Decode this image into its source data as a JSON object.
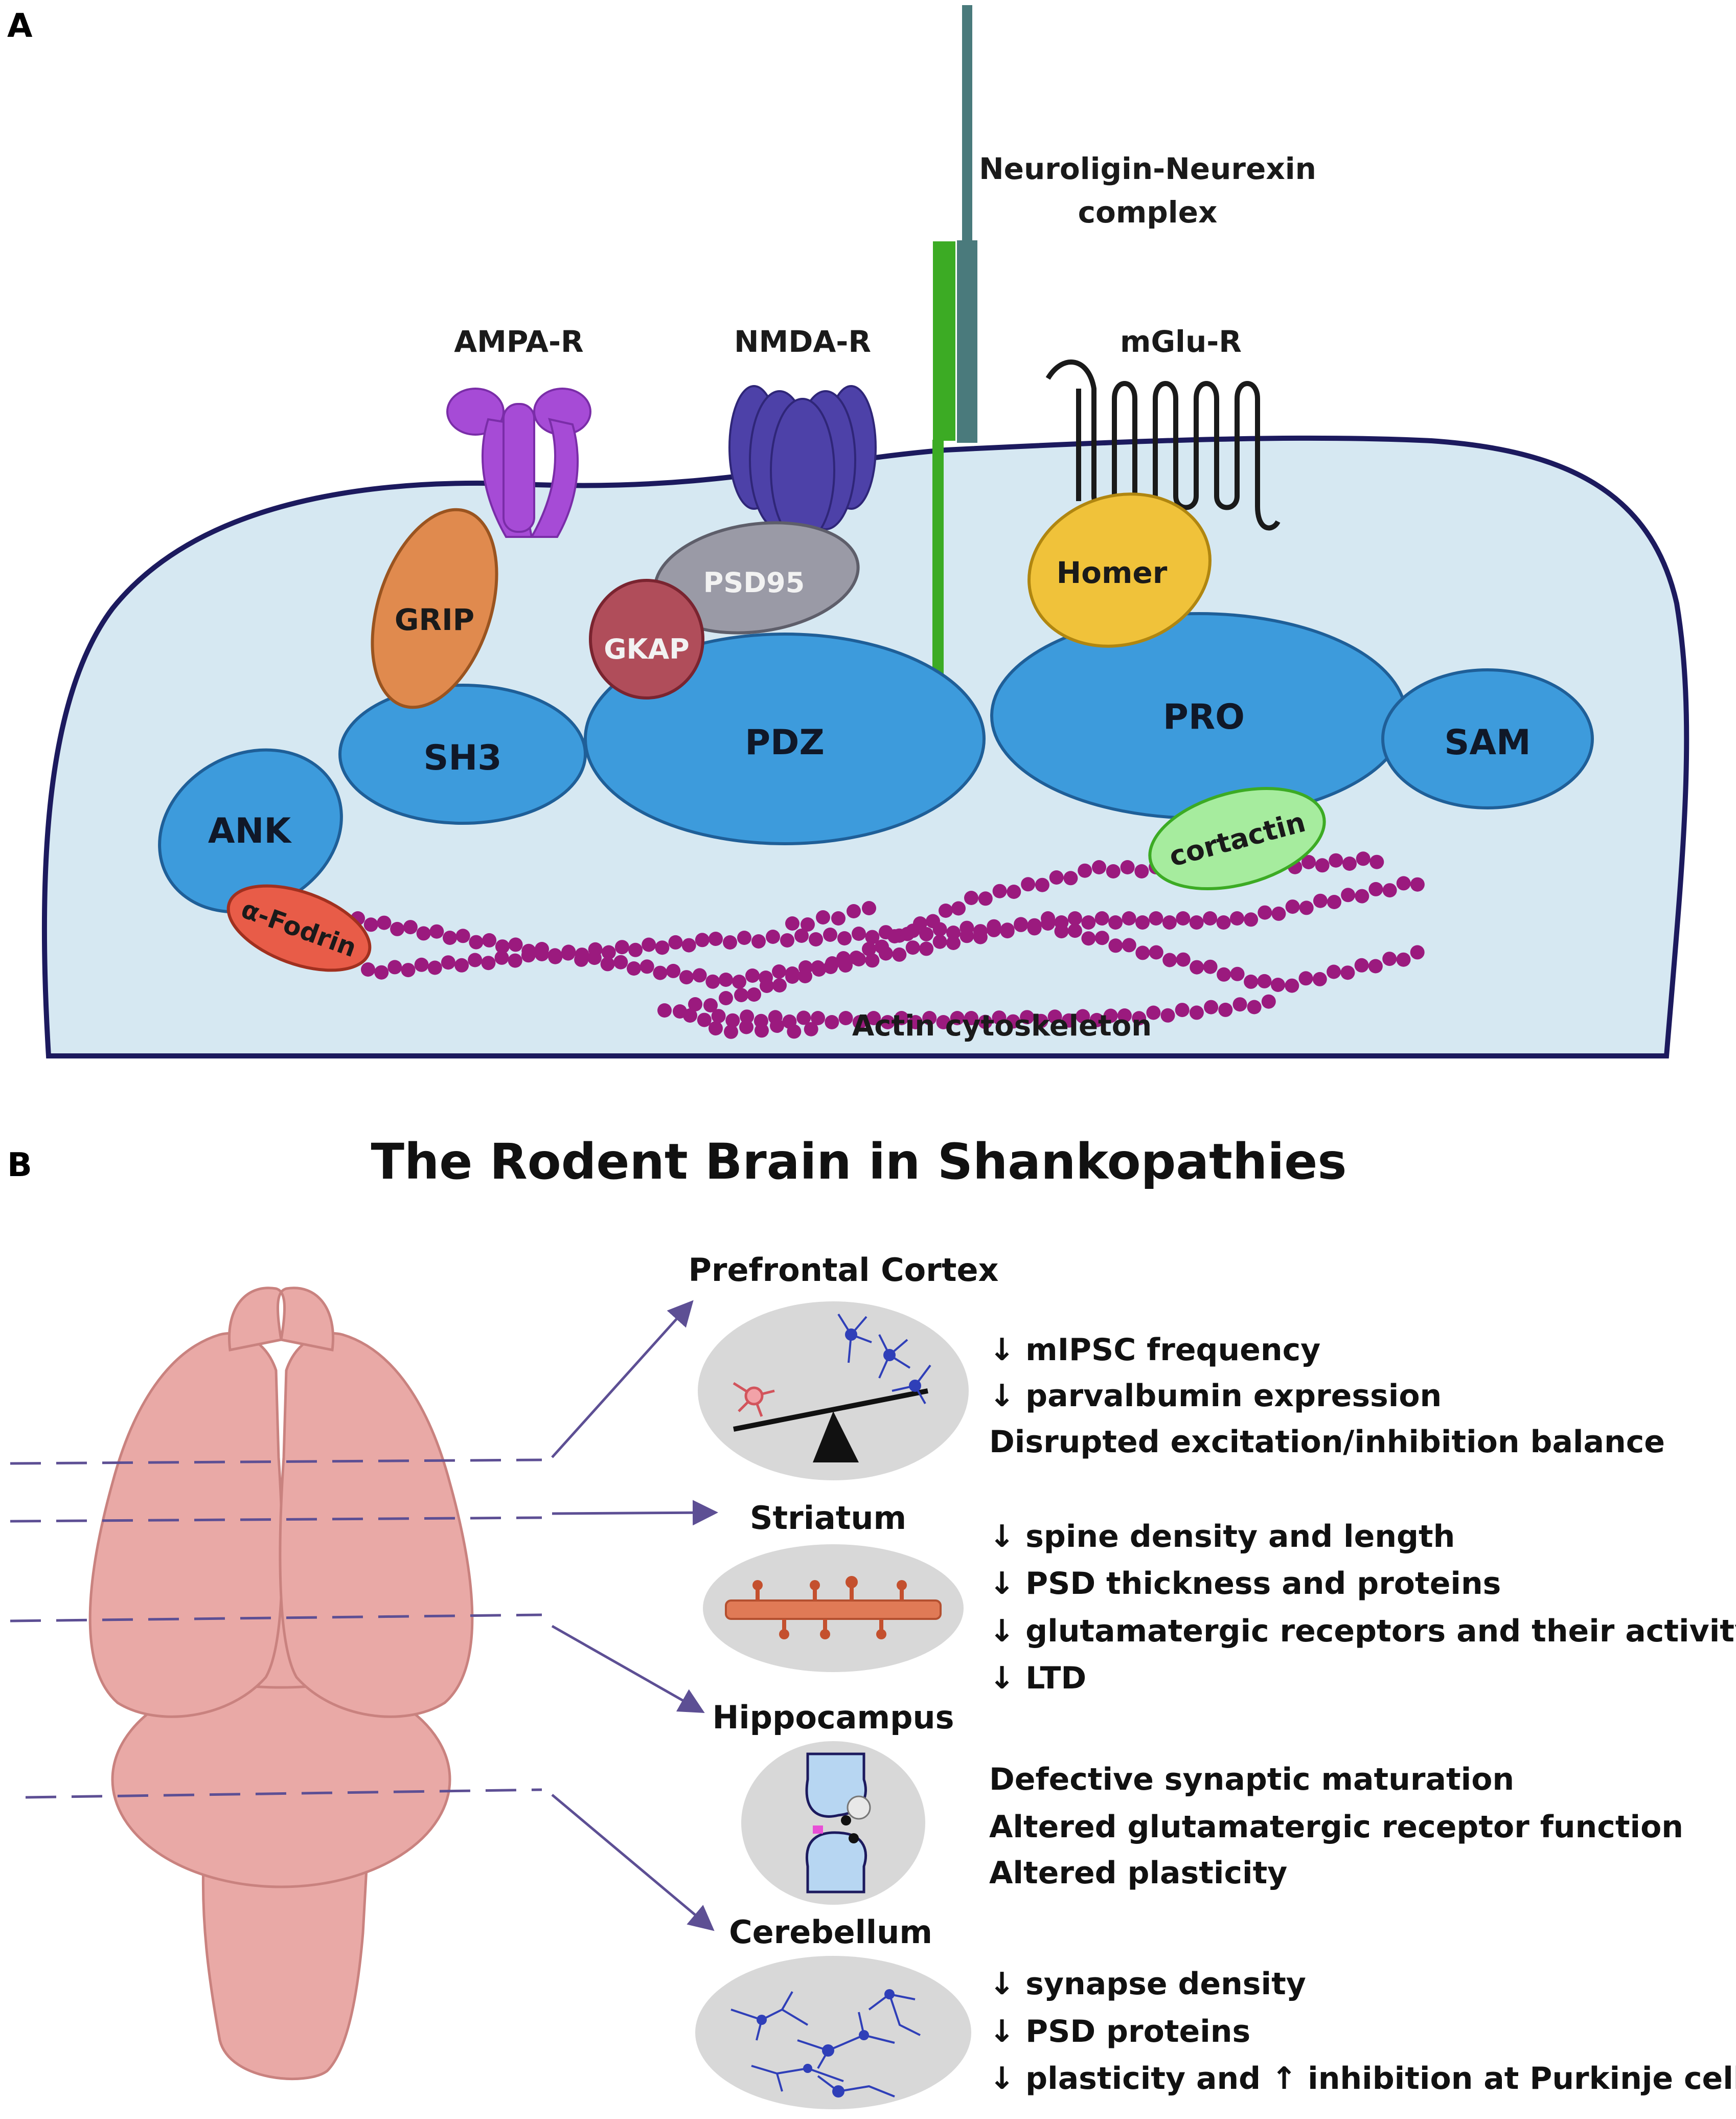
{
  "panel_a": {
    "panel_label": "A",
    "labels": {
      "neuroligin_line1": "Neuroligin-Neurexin",
      "neuroligin_line2": "complex",
      "ampa": "AMPA-R",
      "nmda": "NMDA-R",
      "mglu": "mGlu-R",
      "homer": "Homer",
      "psd95": "PSD95",
      "gkap": "GKAP",
      "grip": "GRIP",
      "sh3": "SH3",
      "pdz": "PDZ",
      "pro": "PRO",
      "sam": "SAM",
      "ank": "ANK",
      "fodrin": "α-Fodrin",
      "cortactin": "cortactin",
      "actin": "Actin cytoskeleton"
    }
  },
  "panel_b": {
    "panel_label": "B",
    "title": "The Rodent Brain in Shankopathies",
    "regions": [
      {
        "name": "Prefrontal Cortex",
        "findings": [
          {
            "arrow": "↓",
            "text": "mIPSC frequency"
          },
          {
            "arrow": "↓",
            "text": "parvalbumin expression"
          },
          {
            "arrow": "",
            "text": "Disrupted excitation/inhibition balance"
          }
        ]
      },
      {
        "name": "Striatum",
        "findings": [
          {
            "arrow": "↓",
            "text": "spine density and length"
          },
          {
            "arrow": "↓",
            "text": "PSD thickness and proteins"
          },
          {
            "arrow": "↓",
            "text": "glutamatergic receptors and their activity"
          },
          {
            "arrow": "↓",
            "text": "LTD"
          }
        ]
      },
      {
        "name": "Hippocampus",
        "findings": [
          {
            "arrow": "",
            "text": "Defective synaptic maturation"
          },
          {
            "arrow": "",
            "text": "Altered glutamatergic receptor function"
          },
          {
            "arrow": "",
            "text": "Altered plasticity"
          }
        ]
      },
      {
        "name": "Cerebellum",
        "findings": [
          {
            "arrow": "↓",
            "text": "synapse density"
          },
          {
            "arrow": "↓",
            "text": "PSD proteins"
          },
          {
            "arrow": "↓",
            "text": "plasticity and ↑ inhibition at Purkinje cells"
          }
        ]
      }
    ]
  },
  "colors": {
    "membrane_fill": "#d6e8f2",
    "membrane_stroke": "#1c1a5e",
    "shank_domain": "#3d9bdc",
    "ampa": "#a64bd6",
    "nmda": "#4d41a8",
    "grip": "#e08a4e",
    "psd95": "#9a9aa6",
    "gkap": "#b04d5a",
    "homer": "#f0c23a",
    "cortactin": "#a6ec9e",
    "fodrin": "#e85c48",
    "actin": "#9b1a7e",
    "neurexin": "#4a7a7c",
    "neuroligin": "#3cab24",
    "brain": "#e9a9a6",
    "arrows": "#5d4f94",
    "bubble": "#d8d8d8"
  }
}
